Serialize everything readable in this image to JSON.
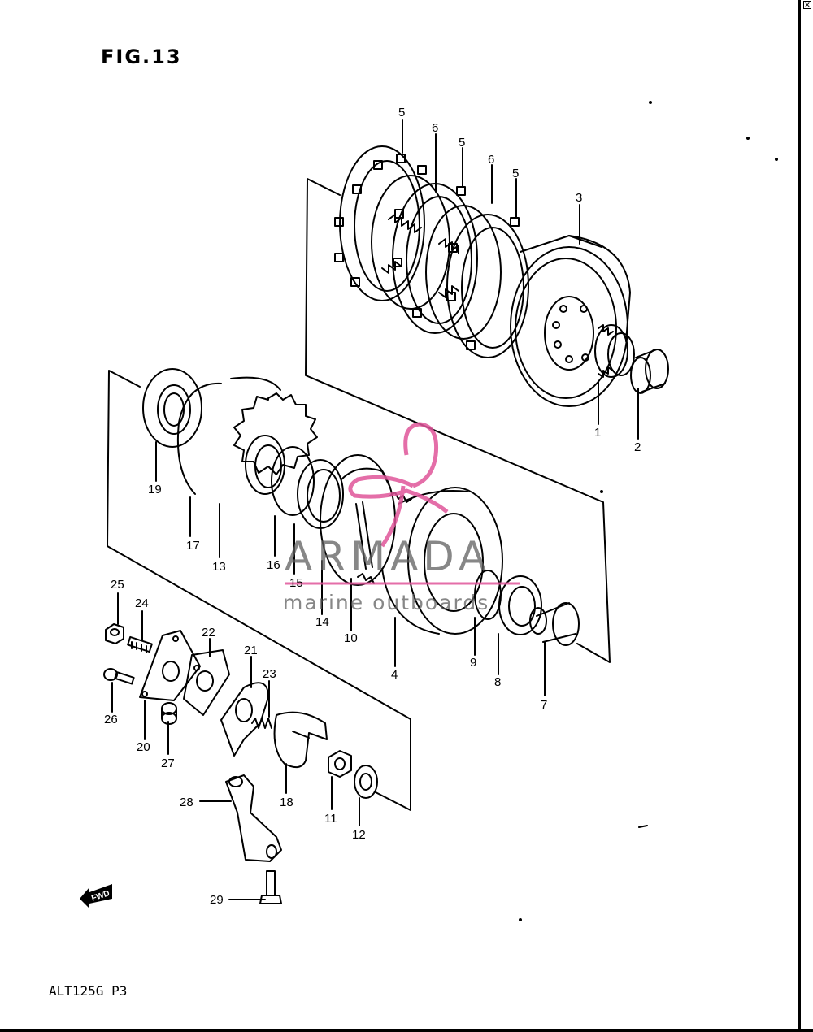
{
  "figure": {
    "title": "FIG.13",
    "footer_code": "ALT125G P3"
  },
  "watermark": {
    "brand": "ARMADA",
    "tagline": "marine outboards",
    "accent_color": "#e0559a",
    "text_color": "#5f5f5f"
  },
  "direction_marker": {
    "label": "FWD",
    "icon": "arrow-left-icon"
  },
  "corner_icon": {
    "glyph": "✕"
  },
  "callouts": [
    {
      "id": "1",
      "label": "1"
    },
    {
      "id": "2",
      "label": "2"
    },
    {
      "id": "3",
      "label": "3"
    },
    {
      "id": "4",
      "label": "4"
    },
    {
      "id": "5a",
      "label": "5"
    },
    {
      "id": "5b",
      "label": "5"
    },
    {
      "id": "5c",
      "label": "5"
    },
    {
      "id": "6a",
      "label": "6"
    },
    {
      "id": "6b",
      "label": "6"
    },
    {
      "id": "7",
      "label": "7"
    },
    {
      "id": "8",
      "label": "8"
    },
    {
      "id": "9",
      "label": "9"
    },
    {
      "id": "10",
      "label": "10"
    },
    {
      "id": "11",
      "label": "11"
    },
    {
      "id": "12",
      "label": "12"
    },
    {
      "id": "13",
      "label": "13"
    },
    {
      "id": "14",
      "label": "14"
    },
    {
      "id": "15",
      "label": "15"
    },
    {
      "id": "16",
      "label": "16"
    },
    {
      "id": "17",
      "label": "17"
    },
    {
      "id": "18",
      "label": "18"
    },
    {
      "id": "19",
      "label": "19"
    },
    {
      "id": "20",
      "label": "20"
    },
    {
      "id": "21",
      "label": "21"
    },
    {
      "id": "22",
      "label": "22"
    },
    {
      "id": "23",
      "label": "23"
    },
    {
      "id": "24",
      "label": "24"
    },
    {
      "id": "25",
      "label": "25"
    },
    {
      "id": "26",
      "label": "26"
    },
    {
      "id": "27",
      "label": "27"
    },
    {
      "id": "28",
      "label": "28"
    },
    {
      "id": "29",
      "label": "29"
    }
  ]
}
